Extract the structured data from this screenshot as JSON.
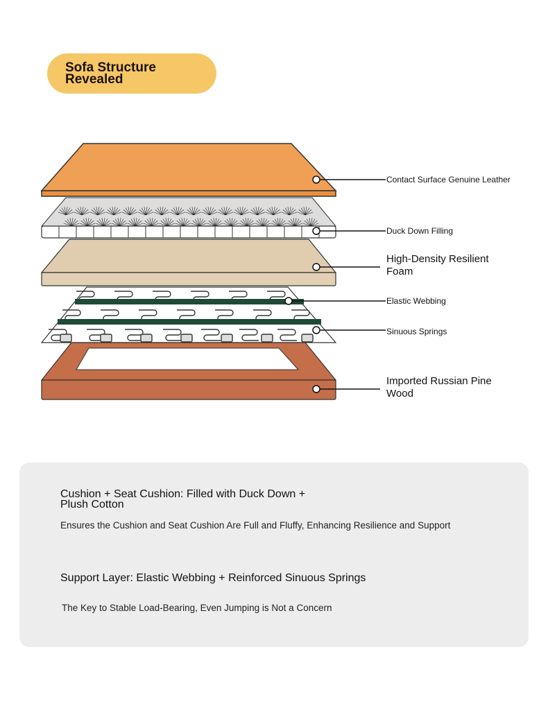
{
  "title": "Sofa Structure Revealed",
  "layers": [
    {
      "label": "Contact Surface Genuine Leather",
      "color": "#f0a055"
    },
    {
      "label": "Duck Down Filling",
      "color": "#ffffff"
    },
    {
      "label": "High-Density Resilient Foam",
      "color": "#e0cdb0"
    },
    {
      "label": "Elastic Webbing",
      "color": "#1e4a36"
    },
    {
      "label": "Sinuous Springs",
      "color": "#ffffff"
    },
    {
      "label": "Imported Russian Pine Wood",
      "color": "#c46f4a"
    }
  ],
  "features": [
    {
      "heading": "Cushion + Seat Cushion: Filled with Duck Down + Plush Cotton",
      "description": "Ensures the Cushion and Seat Cushion Are Full and Fluffy, Enhancing Resilience and Support"
    },
    {
      "heading": "Support Layer: Elastic Webbing + Reinforced Sinuous Springs",
      "description": "The Key to Stable Load-Bearing, Even Jumping is Not a Concern"
    }
  ]
}
